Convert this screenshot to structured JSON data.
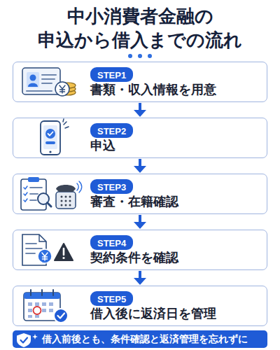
{
  "diagram": {
    "title": "中小消費者金融の 申込から借入までの流れ",
    "nodes": [
      {
        "text": [
          "書類・収入情報を用意"
        ]
      },
      {
        "text": [
          "STEP1"
        ],
        "in": 0
      },
      {
        "text": [
          "申込"
        ]
      },
      {
        "text": [
          "STEP2"
        ],
        "in": 2
      },
      {
        "text": [
          "審査・在籍確認"
        ]
      },
      {
        "text": [
          "STEP3"
        ],
        "in": 4
      },
      {
        "text": [
          "契約条件を確認"
        ]
      },
      {
        "text": [
          "STEP4"
        ],
        "in": 6
      },
      {
        "text": [
          "借入後に返済日を管理"
        ]
      },
      {
        "text": [
          "STEP5"
        ],
        "in": 8
      },
      {
        "text": [
          "借入前後とも、条件確認と返済管理を忘れずに"
        ]
      }
    ],
    "edges": [
      {
        "from": 0,
        "to": 2,
        "arrow": "to"
      },
      {
        "from": 2,
        "to": 4,
        "arrow": "to"
      },
      {
        "from": 4,
        "to": 6,
        "arrow": "to"
      },
      {
        "from": 6,
        "to": 8,
        "arrow": "to"
      }
    ]
  }
}
